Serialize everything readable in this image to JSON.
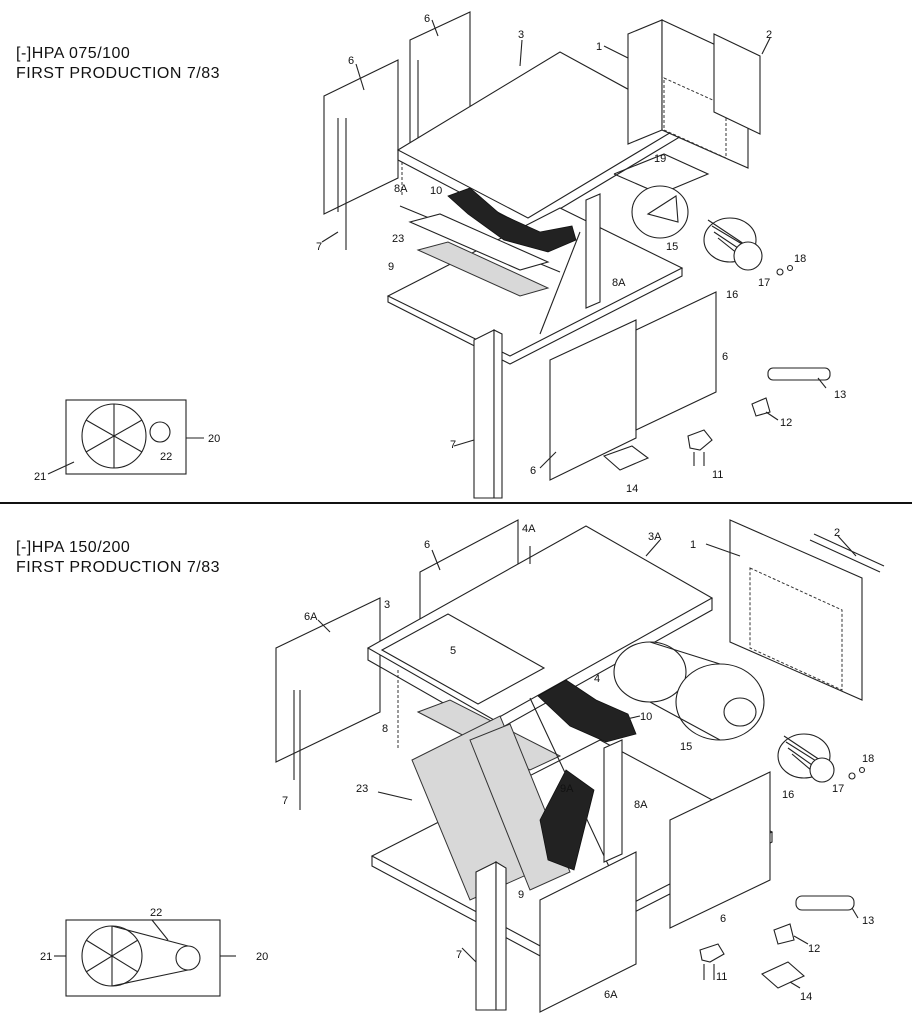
{
  "top": {
    "model": "[-]HPA 075/100",
    "production": "FIRST PRODUCTION 7/83",
    "labels": {
      "p1": "1",
      "p2": "2",
      "p3": "3",
      "p6a": "6",
      "p6b": "6",
      "p6c": "6",
      "p6d": "6",
      "p7a": "7",
      "p7b": "7",
      "p8a1": "8A",
      "p8a2": "8A",
      "p9": "9",
      "p10": "10",
      "p11": "11",
      "p12": "12",
      "p13": "13",
      "p14": "14",
      "p15": "15",
      "p16": "16",
      "p17": "17",
      "p18": "18",
      "p19": "19",
      "p20": "20",
      "p21": "21",
      "p22": "22",
      "p23": "23"
    }
  },
  "bottom": {
    "model": "[-]HPA 150/200",
    "production": "FIRST PRODUCTION 7/83",
    "labels": {
      "p1": "1",
      "p2": "2",
      "p3": "3",
      "p3a": "3A",
      "p4": "4",
      "p4a": "4A",
      "p5": "5",
      "p6": "6",
      "p6b": "6",
      "p6a1": "6A",
      "p6a2": "6A",
      "p7a": "7",
      "p7b": "7",
      "p8": "8",
      "p8a": "8A",
      "p9": "9",
      "p9a": "9A",
      "p10": "10",
      "p11": "11",
      "p12": "12",
      "p13": "13",
      "p14": "14",
      "p15": "15",
      "p16": "16",
      "p17": "17",
      "p18": "18",
      "p20": "20",
      "p21": "21",
      "p22": "22",
      "p23": "23"
    }
  }
}
